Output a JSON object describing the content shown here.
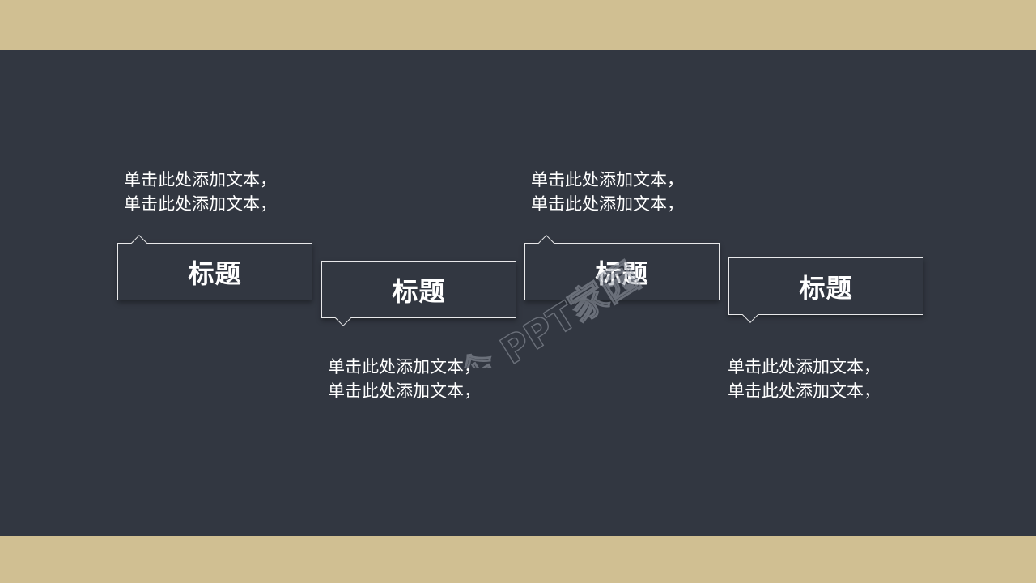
{
  "colors": {
    "background": "#323741",
    "accent_band": "#d0bf92",
    "box_border": "#e8e8ea",
    "text": "#ffffff"
  },
  "items": [
    {
      "title": "标题",
      "text_line1": "单击此处添加文本，",
      "text_line2": "单击此处添加文本，",
      "notch": "up",
      "text_position": "above"
    },
    {
      "title": "标题",
      "text_line1": "单击此处添加文本，",
      "text_line2": "单击此处添加文本，",
      "notch": "down",
      "text_position": "below"
    },
    {
      "title": "标题",
      "text_line1": "单击此处添加文本，",
      "text_line2": "单击此处添加文本，",
      "notch": "up",
      "text_position": "above"
    },
    {
      "title": "标题",
      "text_line1": "单击此处添加文本，",
      "text_line2": "单击此处添加文本，",
      "notch": "down",
      "text_position": "below"
    }
  ],
  "watermark": {
    "text": "企 PPT家园"
  }
}
